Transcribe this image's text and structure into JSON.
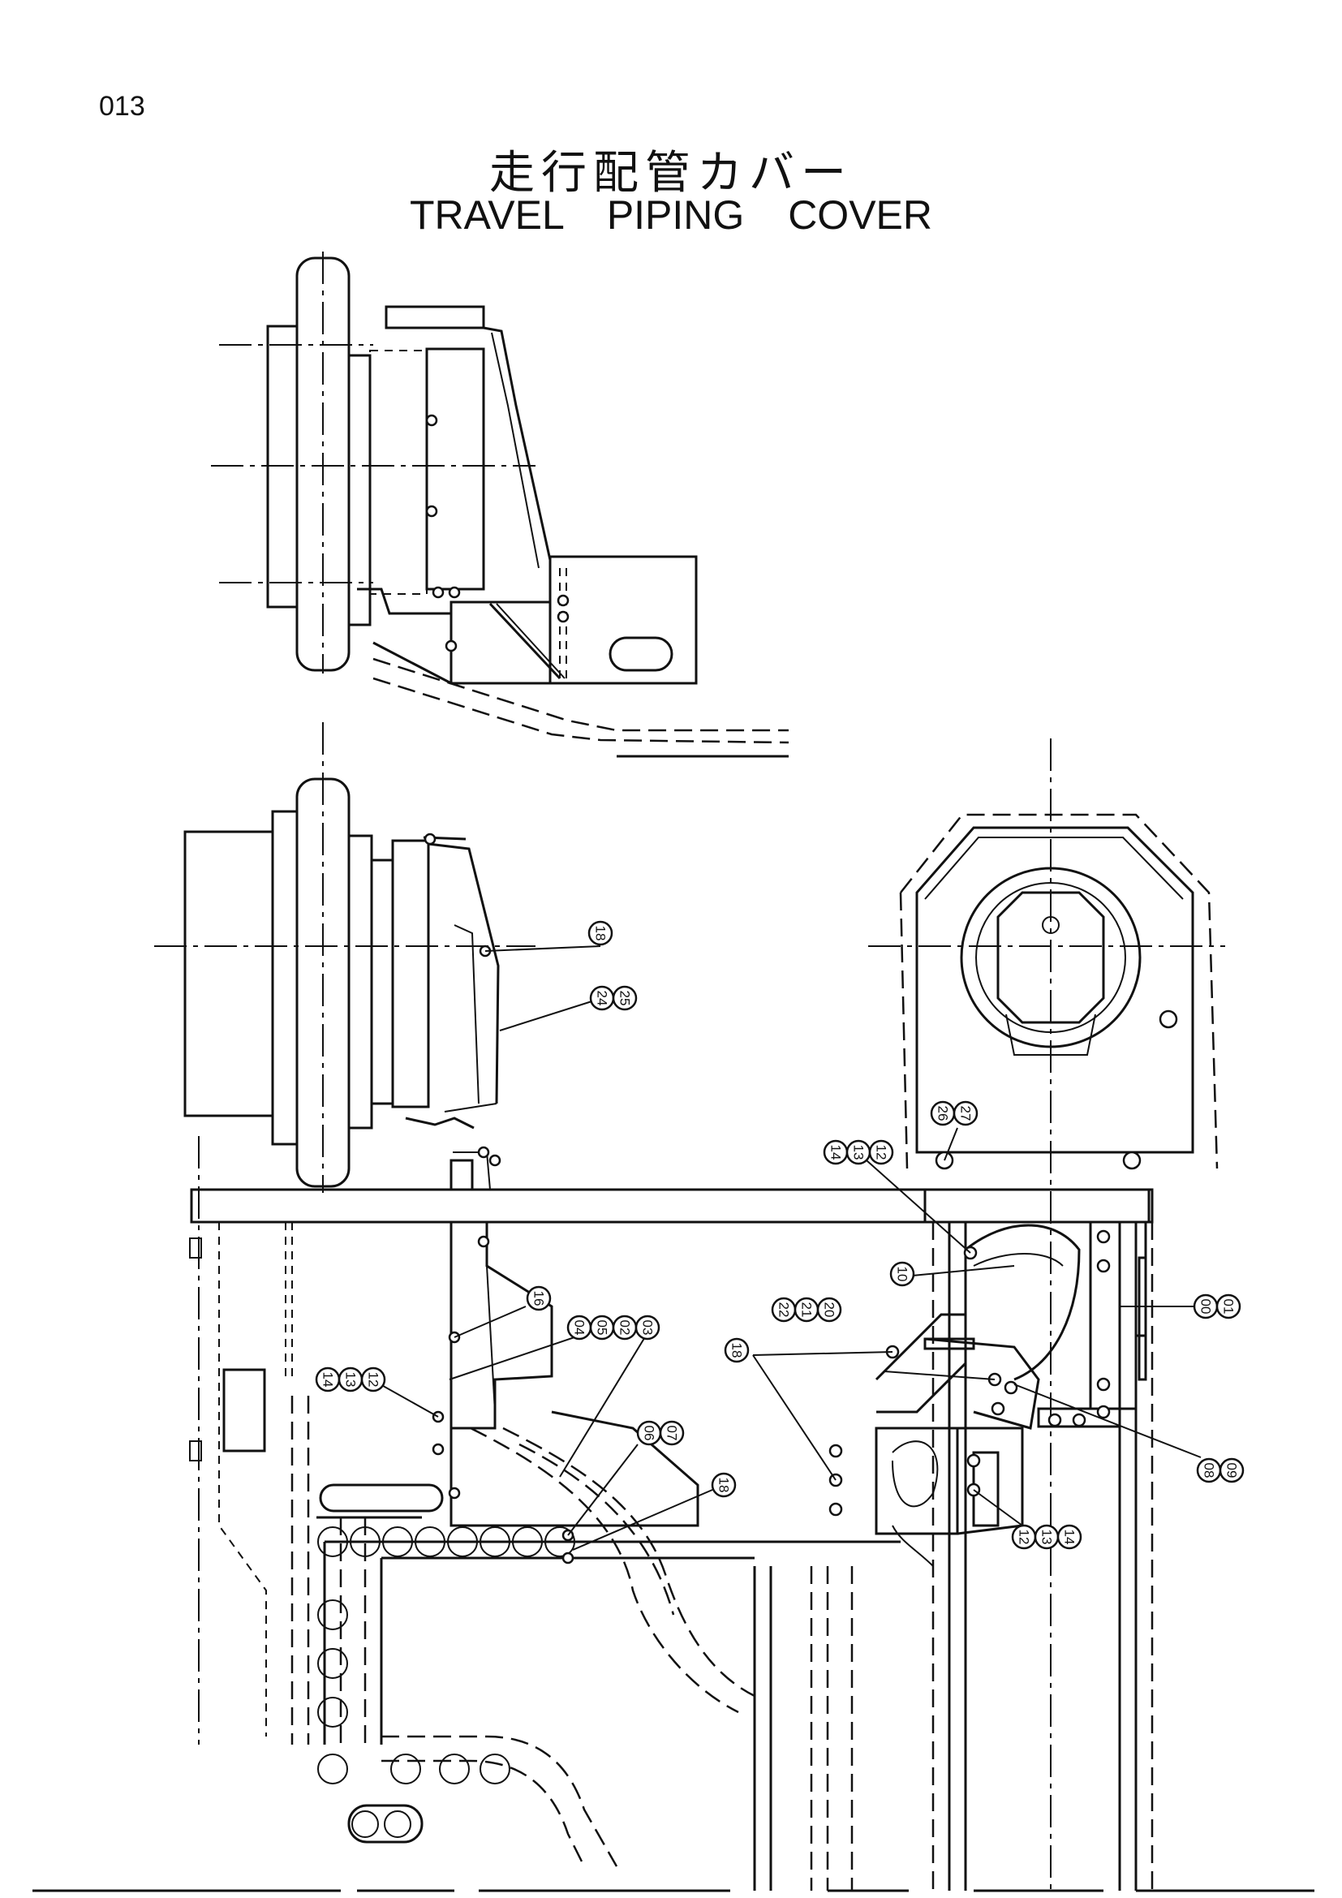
{
  "page_number": "013",
  "title_jp": "走行配管カバー",
  "title_en": "TRAVEL PIPING COVER",
  "callouts": [
    {
      "id": "c-18-top",
      "labels": [
        "18"
      ]
    },
    {
      "id": "c-24-25",
      "labels": [
        "24",
        "25"
      ]
    },
    {
      "id": "c-16",
      "labels": [
        "16"
      ]
    },
    {
      "id": "c-04-05",
      "labels": [
        "04",
        "05"
      ]
    },
    {
      "id": "c-02-03",
      "labels": [
        "02",
        "03"
      ]
    },
    {
      "id": "c-14-13-12-left",
      "labels": [
        "14",
        "13",
        "12"
      ]
    },
    {
      "id": "c-06-07",
      "labels": [
        "06",
        "07"
      ]
    },
    {
      "id": "c-18-mid",
      "labels": [
        "18"
      ]
    },
    {
      "id": "c-26-27",
      "labels": [
        "26",
        "27"
      ]
    },
    {
      "id": "c-14-13-12-right",
      "labels": [
        "14",
        "13",
        "12"
      ]
    },
    {
      "id": "c-10",
      "labels": [
        "10"
      ]
    },
    {
      "id": "c-22-21-20",
      "labels": [
        "22",
        "21",
        "20"
      ]
    },
    {
      "id": "c-18-right",
      "labels": [
        "18"
      ]
    },
    {
      "id": "c-00-01",
      "labels": [
        "00",
        "01"
      ]
    },
    {
      "id": "c-08-09",
      "labels": [
        "08",
        "09"
      ]
    },
    {
      "id": "c-12-13-14-bottom",
      "labels": [
        "12",
        "13",
        "14"
      ]
    }
  ]
}
